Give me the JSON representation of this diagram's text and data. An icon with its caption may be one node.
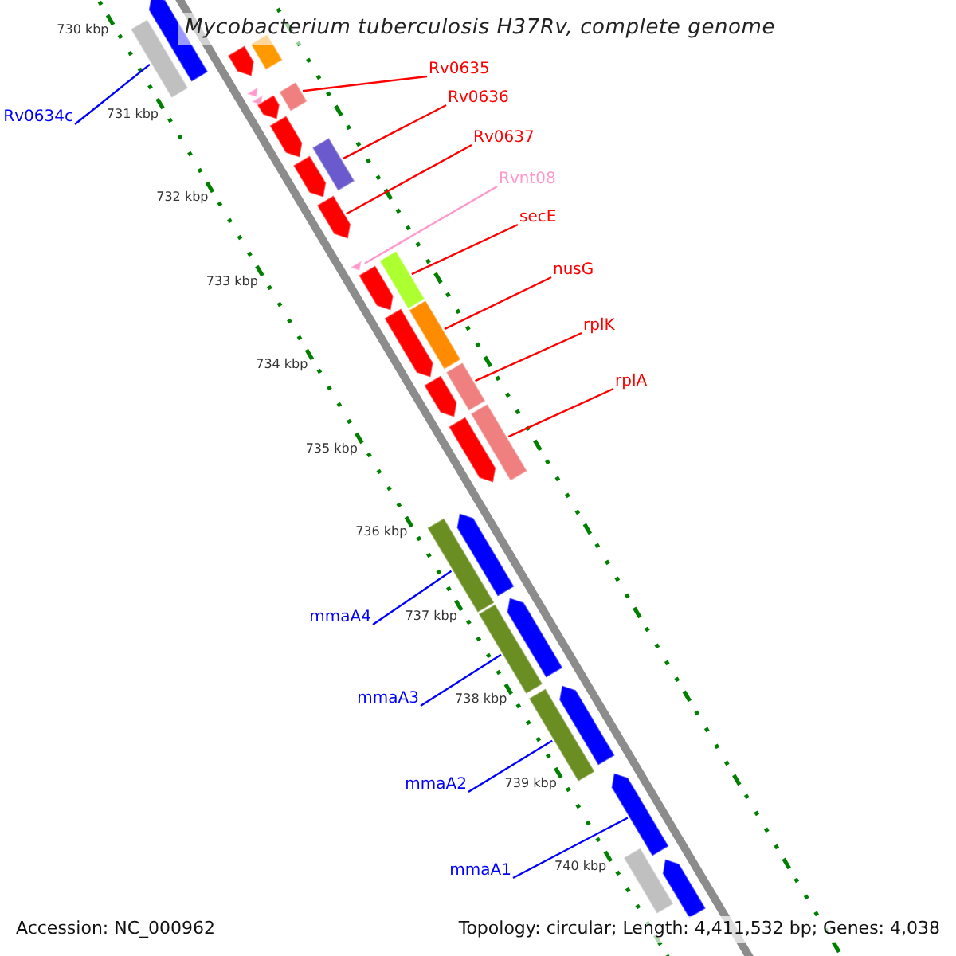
{
  "diagram": {
    "title": "Mycobacterium tuberculosis H37Rv, complete genome",
    "nodes": [
      {
        "text": [
          "Rv0634c"
        ]
      },
      {
        "text": [
          "Rv0635"
        ]
      },
      {
        "text": [
          "Rv0636"
        ]
      },
      {
        "text": [
          "Rv0637"
        ]
      },
      {
        "text": [
          "Rvnt08"
        ]
      },
      {
        "text": [
          "secE"
        ]
      },
      {
        "text": [
          "nusG"
        ]
      },
      {
        "text": [
          "rplK"
        ]
      },
      {
        "text": [
          "rplA"
        ]
      },
      {
        "text": [
          "mmaA4"
        ]
      },
      {
        "text": [
          "mmaA3"
        ]
      },
      {
        "text": [
          "mmaA2"
        ]
      },
      {
        "text": [
          "mmaA1"
        ]
      },
      {
        "text": [],
        "shape": "arrow"
      },
      {
        "text": [],
        "shape": "bar"
      },
      {
        "text": [],
        "shape": "arrow"
      },
      {
        "text": [],
        "shape": "bar"
      },
      {
        "text": [],
        "shape": "arrow"
      },
      {
        "text": [],
        "shape": "arrow"
      },
      {
        "text": [],
        "shape": "arrow"
      },
      {
        "text": [],
        "shape": "bar"
      },
      {
        "text": [],
        "shape": "arrow"
      },
      {
        "text": [],
        "shape": "bar"
      },
      {
        "text": [],
        "shape": "arrow"
      },
      {
        "text": [],
        "shape": "arrow"
      },
      {
        "text": [],
        "shape": "arrow"
      },
      {
        "text": [],
        "shape": "bar"
      },
      {
        "text": [],
        "shape": "arrow"
      },
      {
        "text": [],
        "shape": "arrow"
      },
      {
        "text": [],
        "shape": "bar"
      },
      {
        "text": [],
        "shape": "arrow"
      },
      {
        "text": [],
        "shape": "bar"
      },
      {
        "text": [],
        "shape": "arrow"
      },
      {
        "text": [],
        "shape": "bar"
      },
      {
        "text": [],
        "shape": "bar"
      },
      {
        "text": [],
        "shape": "arrow"
      },
      {
        "text": [],
        "shape": "bar"
      },
      {
        "text": [],
        "shape": "arrow"
      },
      {
        "text": [],
        "shape": "bar"
      },
      {
        "text": [],
        "shape": "arrow"
      },
      {
        "text": [],
        "shape": "arrow"
      },
      {
        "text": [],
        "shape": "bar"
      },
      {
        "text": [],
        "shape": "arrow"
      }
    ],
    "edges": [
      {
        "from": 0,
        "to": 14,
        "arrow": "none",
        "color": "#0000ff"
      },
      {
        "from": 1,
        "to": 20,
        "arrow": "none"
      },
      {
        "from": 2,
        "to": 22,
        "arrow": "none"
      },
      {
        "from": 3,
        "to": 24,
        "arrow": "none"
      },
      {
        "from": 4,
        "to": 25,
        "arrow": "none",
        "color": "#ff99cc"
      },
      {
        "from": 5,
        "to": 26,
        "arrow": "none"
      },
      {
        "from": 6,
        "to": 29,
        "arrow": "none"
      },
      {
        "from": 7,
        "to": 31,
        "arrow": "none"
      },
      {
        "from": 8,
        "to": 33,
        "arrow": "none"
      },
      {
        "from": 9,
        "to": 34,
        "arrow": "none",
        "color": "#0000ff"
      },
      {
        "from": 10,
        "to": 36,
        "arrow": "none",
        "color": "#0000ff"
      },
      {
        "from": 11,
        "to": 38,
        "arrow": "none",
        "color": "#0000ff"
      },
      {
        "from": 12,
        "to": 40,
        "arrow": "none",
        "color": "#0000ff"
      }
    ],
    "labels": [
      "730 kbp",
      "731 kbp",
      "732 kbp",
      "733 kbp",
      "734 kbp",
      "735 kbp",
      "736 kbp",
      "737 kbp",
      "738 kbp",
      "739 kbp",
      "740 kbp",
      "Accession: NC_000962",
      "Topology: circular; Length: 4,411,532 bp; Genes: 4,038"
    ]
  }
}
